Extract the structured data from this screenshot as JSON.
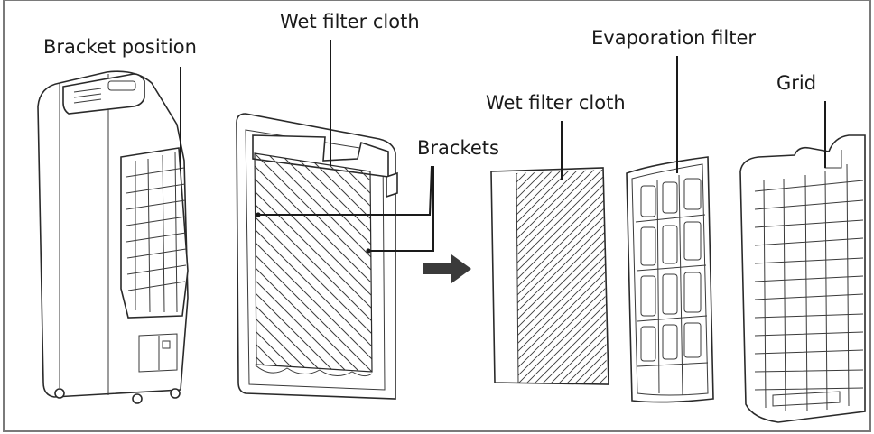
{
  "labels": {
    "bracket_position": "Bracket position",
    "wet_filter_cloth_top": "Wet filter cloth",
    "brackets": "Brackets",
    "wet_filter_cloth_side": "Wet filter cloth",
    "evaporation_filter": "Evaporation filter",
    "grid": "Grid"
  },
  "colors": {
    "line": "#1a1a1a",
    "arrow": "#3a3a3a",
    "frame": "#7a7a7a",
    "background": "#ffffff"
  },
  "icons": {
    "step_arrow": "right-arrow"
  }
}
